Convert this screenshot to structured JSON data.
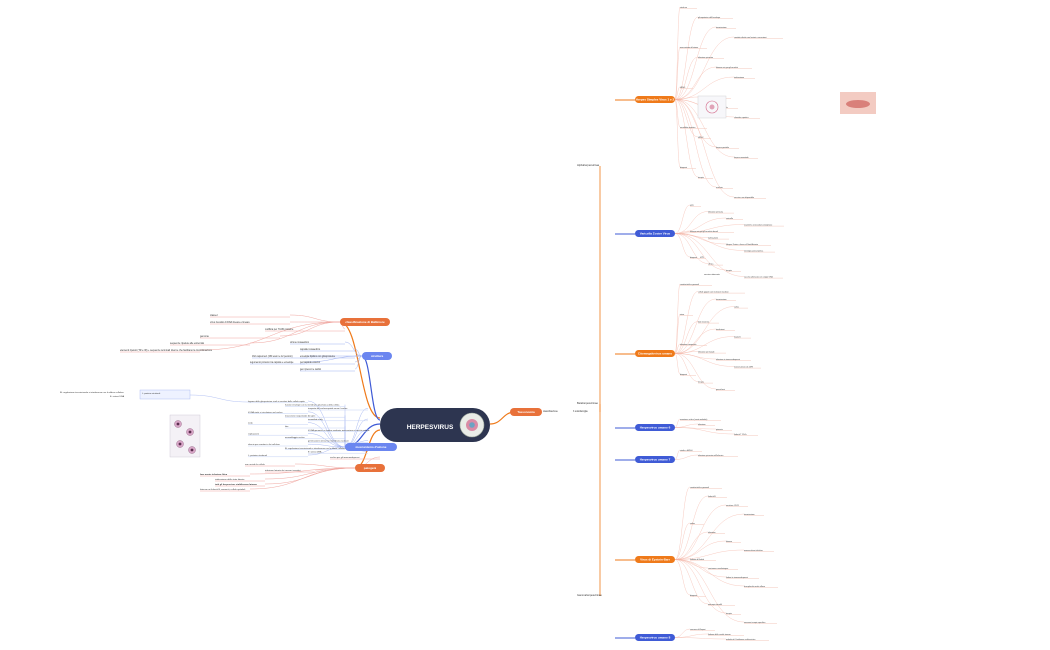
{
  "center": {
    "title": "HERPESVIRUS"
  },
  "colors": {
    "center_fill": "#2d3550",
    "orange": "#ef7a1a",
    "blue": "#3f5bd6",
    "blue_light": "#6b86f0",
    "red_pill": "#e8713a",
    "pink_pill": "#f6c3b8",
    "green_text": "#2e9a3a",
    "link_red": "#d83a2a"
  },
  "left": {
    "classification": {
      "label": "classificazione di Baltimore",
      "items": [
        "classe I",
        "virus rivestito di DNA lineare e lineare",
        "codifica per 70-80 proteine",
        "genoma",
        "sequenze ripetute alle estremità",
        "elementi ripetuti (TR e IR) + sequenze terminali interne che facilitano la ricombinazione"
      ]
    },
    "structure": {
      "label": "struttura",
      "items": [
        "virione icosaedrico",
        "capside icosaedrico",
        "162 capsomeri (150 esoni e 12 pentoni)",
        "tegumento proteico tra capside e envelope",
        "envelope lipidico con glicoproteine",
        "pericapside esterno",
        "geni precoci e tardivi"
      ]
    },
    "replication": {
      "label": "meccanismo d'azione",
      "items": [
        "legame delle glicoproteine virali ai recettori della cellula ospite",
        "fusione envelope con la membrana plasmatica della cellula",
        "trasporto del nucleocapside verso il nucleo",
        "il DNA virale si circolarizza nel nucleo",
        "trascrizione sequenziale dei geni",
        "immediate early",
        "early",
        "late",
        "il DNA genomico si replica mediante meccanismo a cerchio rotante",
        "replicazione",
        "assemblaggio nucleo",
        "gemmazione attraverso membrana nucleare",
        "rilascio per esocitosi o lisi cellulare",
        "IE: regolazione trascrizionale e interferenza con la difesa cellulare",
        "E: sintesi DNA",
        "L: proteine strutturali"
      ]
    },
    "pathogen": {
      "label": "patogeni",
      "items": [
        "rischio per gli immunodepressi",
        "non uccide la cellula",
        "infezione latente dei neuroni sensitivi",
        "fase acuta: infezione litica",
        "riattivazione dello stato latente",
        "tutti gli herpesvirus stabiliscono latenza",
        "latenza nei linfociti B, monociti, cellule epiteliali"
      ]
    }
  },
  "right": {
    "families": {
      "label": "famiglia",
      "items": [
        "classificazione",
        "3 sottofamiglie"
      ]
    },
    "alpha": "Alphaherpesvirinae",
    "beta": "Betaherpesvirinae",
    "gamma": "Gammaherpesvirinae",
    "hsv": {
      "label": "Herpes Simplex Virus 1 e 2",
      "items": [
        "struttura",
        "glicoproteine dell'envelope",
        "trasmissione",
        "contatto diretto con lesioni o secrezioni",
        "meccanismo d'azione",
        "infezione primaria",
        "latenza nei gangli sensitivi",
        "riattivazione",
        "HSV-1",
        "gengivostomatite erpetica",
        "herpes labiale",
        "cheratite erpetica",
        "encefalite erpetica",
        "HSV-2",
        "herpes genitale",
        "herpes neonatale",
        "diagnosi",
        "terapia",
        "aciclovir",
        "vaccino: non disponibile"
      ]
    },
    "vzv": {
      "label": "Varicella Zoster Virus",
      "items": [
        "VZV",
        "infezione primaria",
        "varicella",
        "esantema vescicolare pruriginoso",
        "latenza nei gangli sensitivi dorsali",
        "riattivazione",
        "Herpes Zoster o fuoco di Sant'Antonio",
        "nevralgia post-erpetica",
        "diagnosi",
        "clinica",
        "terapia",
        "vaccino attenuato con ceppo OKA"
      ]
    },
    "cmv": {
      "label": "Citomegalovirus umano",
      "items": [
        "caratteristiche generali",
        "cellule giganti con inclusioni nucleari",
        "trasmissione",
        "saliva",
        "urine",
        "latte materno",
        "trasfusioni",
        "trapianti",
        "infezione congenita",
        "infezione perinatale",
        "infezione in immunodepressi",
        "mononucleosi da CMV",
        "diagnosi",
        "terapia",
        "ganciclovir"
      ]
    },
    "hhv6": {
      "label": "Herpesvirus umano 6",
      "items": [
        "esantema critico (sesta malattia)",
        "infezione",
        "primaria",
        "linfociti T CD4+"
      ]
    },
    "hhv7": {
      "label": "Herpesvirus umano 7",
      "items": [
        "simile a HHV-6",
        "infezione primaria nell'infanzia"
      ]
    },
    "ebv": {
      "label": "Virus di Epstein-Barr",
      "items": [
        "caratteristiche generali",
        "linfociti B",
        "recettore CD21",
        "trasmissione",
        "saliva",
        "infezione",
        "latenza",
        "mononucleosi infettiva",
        "linfoma di Burkitt",
        "carcinoma nasofaringeo",
        "linfomi in immunodepressi",
        "leucoplachia orale villosa",
        "diagnosi",
        "anticorpi eterofili",
        "terapia",
        "nessuna terapia specifica"
      ]
    },
    "hhv8": {
      "label": "Herpesvirus umano 8",
      "items": [
        "sarcoma di Kaposi",
        "linfoma delle cavità sierose",
        "malattia di Castleman multicentrica"
      ]
    }
  },
  "extra_nodes": {
    "tassonomia": "Tassonomia",
    "sottofamiglie": "3 sottofamiglie"
  }
}
